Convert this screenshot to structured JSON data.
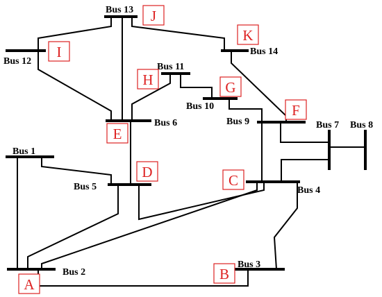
{
  "buses": {
    "b1": "Bus 1",
    "b2": "Bus 2",
    "b3": "Bus 3",
    "b4": "Bus 4",
    "b5": "Bus 5",
    "b6": "Bus 6",
    "b7": "Bus 7",
    "b8": "Bus 8",
    "b9": "Bus 9",
    "b10": "Bus 10",
    "b11": "Bus 11",
    "b12": "Bus 12",
    "b13": "Bus 13",
    "b14": "Bus 14"
  },
  "areas": {
    "A": "A",
    "B": "B",
    "C": "C",
    "D": "D",
    "E": "E",
    "F": "F",
    "G": "G",
    "H": "H",
    "I": "I",
    "J": "J",
    "K": "K"
  },
  "colors": {
    "line": "#000000",
    "area_label": "#dd2222"
  }
}
